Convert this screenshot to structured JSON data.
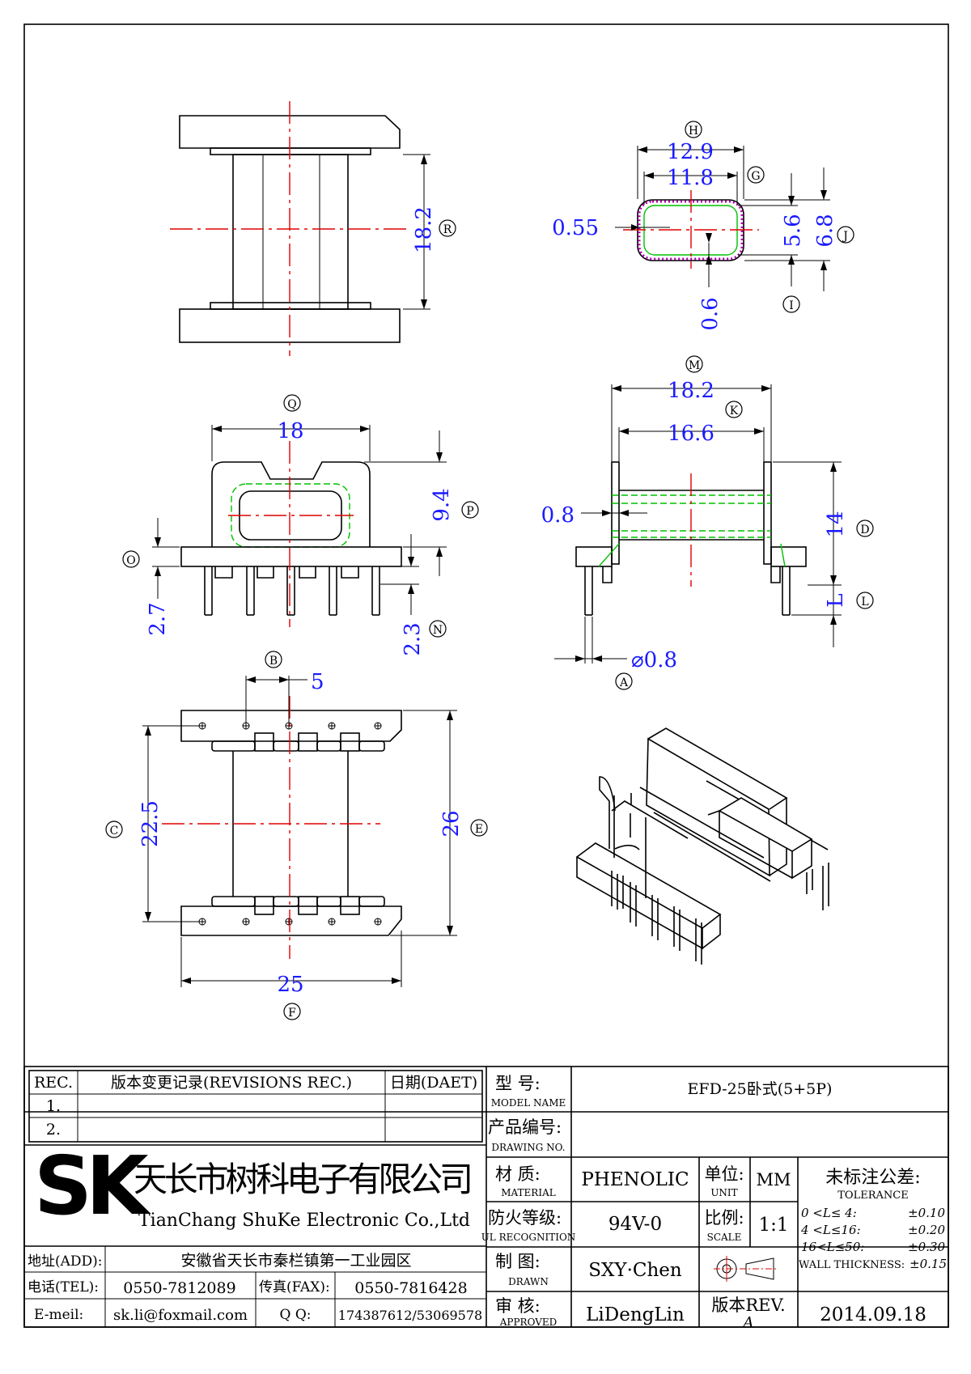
{
  "drawing": {
    "top_view": {
      "dim_R": "18.2",
      "label_R": "R"
    },
    "end_view": {
      "dim_H": "12.9",
      "dim_G": "11.8",
      "dim_055": "0.55",
      "dim_56": "5.6",
      "dim_68": "6.8",
      "dim_06": "0.6",
      "label_H": "H",
      "label_G": "G",
      "label_J": "J",
      "label_I": "I"
    },
    "front_view": {
      "dim_Q": "18",
      "dim_P": "9.4",
      "dim_O": "2.7",
      "dim_N": "2.3",
      "label_Q": "Q",
      "label_P": "P",
      "label_O": "O",
      "label_N": "N"
    },
    "side_view": {
      "dim_M": "18.2",
      "dim_K": "16.6",
      "dim_08": "0.8",
      "dim_D": "14",
      "dim_L": "L",
      "dim_A": "⌀0.8",
      "label_M": "M",
      "label_K": "K",
      "label_D": "D",
      "label_L": "L",
      "label_A": "A"
    },
    "bottom_view": {
      "dim_B": "5",
      "dim_C": "22.5",
      "dim_E": "26",
      "dim_F": "25",
      "label_B": "B",
      "label_C": "C",
      "label_E": "E",
      "label_F": "F"
    }
  },
  "title_block": {
    "rev_header": "REC.",
    "rev_record_header": "版本变更记录(REVISIONS REC.)",
    "date_header": "日期(DAET)",
    "rev_rows": [
      "1.",
      "2."
    ],
    "model_label_cn": "型  号:",
    "model_label_en": "MODEL NAME",
    "model_value": "EFD-25卧式(5+5P)",
    "drawing_no_cn": "产品编号:",
    "drawing_no_en": "DRAWING NO.",
    "drawing_no_value": "",
    "material_cn": "材  质:",
    "material_en": "MATERIAL",
    "material_value": "PHENOLIC",
    "unit_cn": "单位:",
    "unit_en": "UNIT",
    "unit_value": "MM",
    "tolerance_cn": "未标注公差:",
    "tolerance_en": "TOLERANCE",
    "tolerance_rows": [
      {
        "range": "0 <L≤ 4:",
        "value": "±0.10"
      },
      {
        "range": "4 <L≤16:",
        "value": "±0.20"
      },
      {
        "range": "16<L≤50:",
        "value": "±0.30"
      }
    ],
    "wall_thickness_label": "WALL THICKNESS:",
    "wall_thickness_value": "±0.15",
    "ul_cn": "防火等级:",
    "ul_en": "UL RECOGNITION",
    "ul_value": "94V-0",
    "scale_cn": "比例:",
    "scale_en": "SCALE",
    "scale_value": "1:1",
    "drawn_cn": "制  图:",
    "drawn_en": "DRAWN",
    "drawn_value": "SXY·Chen",
    "approved_cn": "审  核:",
    "approved_en": "APPROVED",
    "approved_value": "LiDengLin",
    "rev_cn": "版本REV.",
    "rev_value": "A",
    "date_value": "2014.09.18",
    "company_logo": "SK",
    "company_cn": "天长市树科电子有限公司",
    "company_en": "TianChang ShuKe Electronic Co.,Ltd",
    "address_label": "地址(ADD):",
    "address_value": "安徽省天长市秦栏镇第一工业园区",
    "tel_label": "电话(TEL):",
    "tel_value": "0550-7812089",
    "fax_label": "传真(FAX):",
    "fax_value": "0550-7816428",
    "email_label": "E-meil:",
    "email_value": "sk.li@foxmail.com",
    "qq_label": "Q Q:",
    "qq_value": "174387612/53069578"
  }
}
